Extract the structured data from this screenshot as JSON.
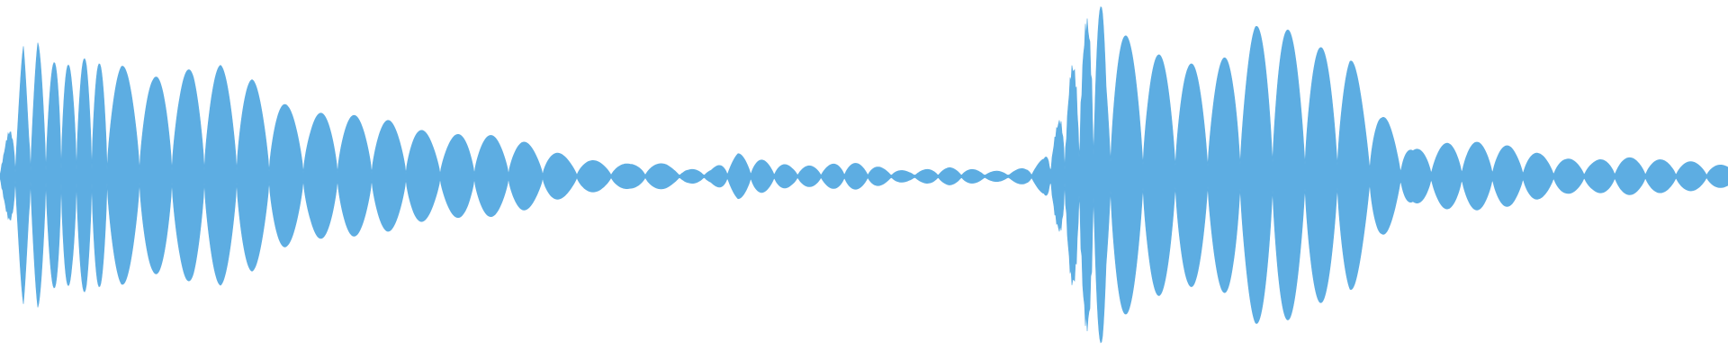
{
  "waveform": {
    "color": "#5dade2",
    "background": "#ffffff",
    "envelope": [
      [
        0,
        0.1
      ],
      [
        4,
        0.15
      ],
      [
        10,
        0.25
      ],
      [
        18,
        0.4
      ],
      [
        26,
        0.74
      ],
      [
        32,
        0.45
      ],
      [
        42,
        0.76
      ],
      [
        52,
        0.55
      ],
      [
        66,
        0.72
      ],
      [
        80,
        0.6
      ],
      [
        96,
        0.68
      ],
      [
        110,
        0.64
      ],
      [
        122,
        0.62
      ],
      [
        135,
        0.63
      ],
      [
        150,
        0.58
      ],
      [
        170,
        0.56
      ],
      [
        185,
        0.58
      ],
      [
        200,
        0.58
      ],
      [
        215,
        0.62
      ],
      [
        230,
        0.6
      ],
      [
        245,
        0.63
      ],
      [
        260,
        0.58
      ],
      [
        280,
        0.55
      ],
      [
        300,
        0.46
      ],
      [
        320,
        0.4
      ],
      [
        345,
        0.35
      ],
      [
        370,
        0.37
      ],
      [
        400,
        0.34
      ],
      [
        430,
        0.32
      ],
      [
        460,
        0.28
      ],
      [
        490,
        0.22
      ],
      [
        520,
        0.25
      ],
      [
        550,
        0.23
      ],
      [
        580,
        0.2
      ],
      [
        610,
        0.15
      ],
      [
        640,
        0.1
      ],
      [
        680,
        0.08
      ],
      [
        700,
        0.07
      ],
      [
        720,
        0.08
      ],
      [
        740,
        0.07
      ],
      [
        765,
        0.04
      ],
      [
        790,
        0.04
      ],
      [
        820,
        0.13
      ],
      [
        840,
        0.1
      ],
      [
        880,
        0.06
      ],
      [
        910,
        0.06
      ],
      [
        940,
        0.08
      ],
      [
        960,
        0.07
      ],
      [
        990,
        0.04
      ],
      [
        1010,
        0.03
      ],
      [
        1030,
        0.04
      ],
      [
        1055,
        0.05
      ],
      [
        1080,
        0.04
      ],
      [
        1100,
        0.03
      ],
      [
        1120,
        0.03
      ],
      [
        1140,
        0.05
      ],
      [
        1160,
        0.1
      ],
      [
        1175,
        0.28
      ],
      [
        1188,
        0.55
      ],
      [
        1200,
        0.75
      ],
      [
        1212,
        0.92
      ],
      [
        1225,
        0.97
      ],
      [
        1238,
        0.86
      ],
      [
        1255,
        0.78
      ],
      [
        1275,
        0.7
      ],
      [
        1300,
        0.68
      ],
      [
        1320,
        0.64
      ],
      [
        1345,
        0.63
      ],
      [
        1370,
        0.7
      ],
      [
        1395,
        0.85
      ],
      [
        1420,
        0.88
      ],
      [
        1450,
        0.75
      ],
      [
        1478,
        0.72
      ],
      [
        1500,
        0.68
      ],
      [
        1520,
        0.47
      ],
      [
        1535,
        0.35
      ],
      [
        1550,
        0.28
      ],
      [
        1570,
        0.15
      ],
      [
        1595,
        0.18
      ],
      [
        1625,
        0.2
      ],
      [
        1655,
        0.19
      ],
      [
        1680,
        0.17
      ],
      [
        1710,
        0.13
      ],
      [
        1740,
        0.1
      ],
      [
        1770,
        0.09
      ],
      [
        1800,
        0.11
      ],
      [
        1830,
        0.1
      ],
      [
        1860,
        0.09
      ],
      [
        1890,
        0.08
      ],
      [
        1920,
        0.06
      ]
    ]
  }
}
